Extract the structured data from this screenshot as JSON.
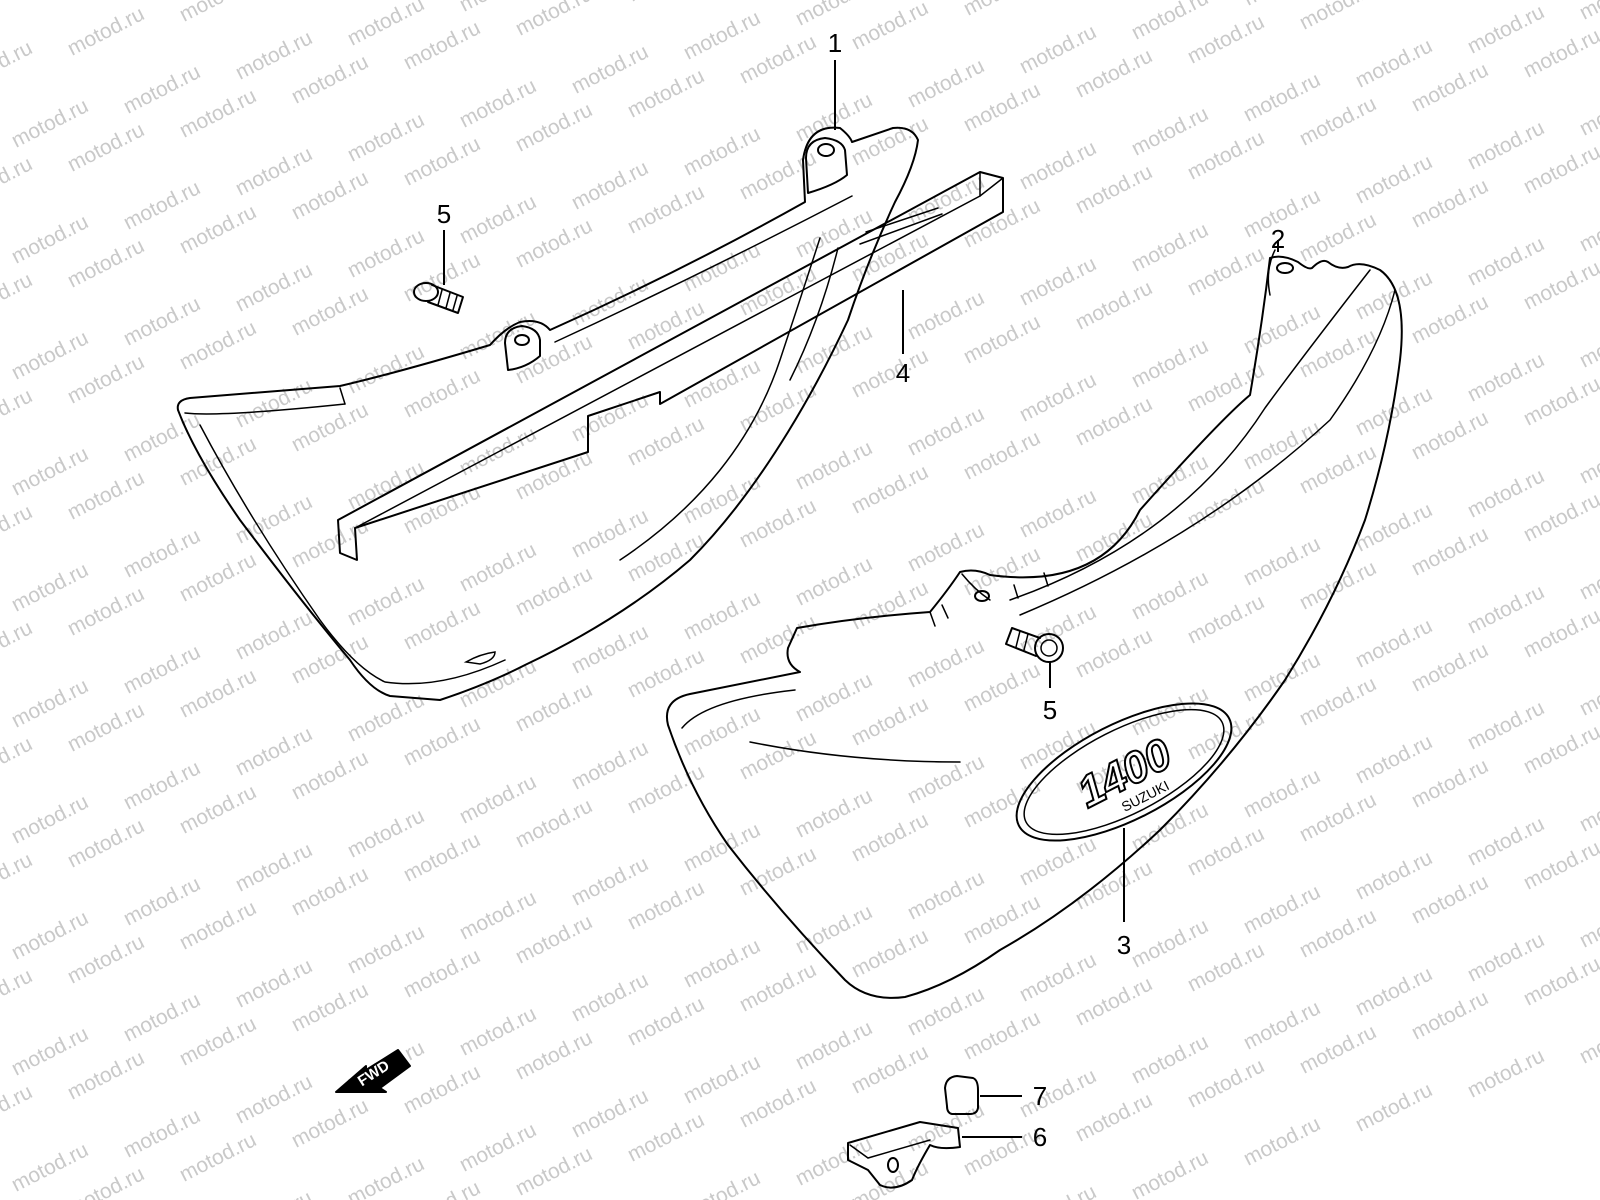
{
  "watermark": {
    "text": "motod.ru",
    "color": "#c9c9c9"
  },
  "callouts": [
    "1",
    "2",
    "3",
    "4",
    "5",
    "5",
    "6",
    "7"
  ],
  "direction_arrow": {
    "label": "FWD"
  },
  "emblem": {
    "model": "1400",
    "brand": "SUZUKI"
  }
}
